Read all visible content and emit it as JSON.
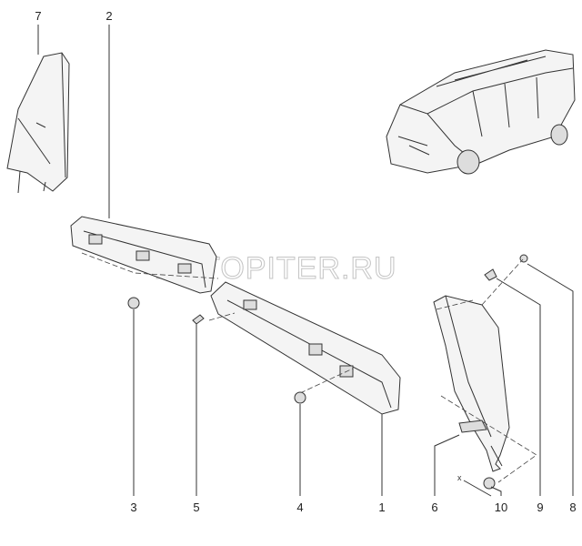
{
  "watermark": "AUTOPITER.RU",
  "callouts": {
    "c1": "1",
    "c2": "2",
    "c3": "3",
    "c4": "4",
    "c5": "5",
    "c6": "6",
    "c7": "7",
    "c8": "8",
    "c9": "9",
    "c10": "10"
  },
  "dimension_mark": "x"
}
